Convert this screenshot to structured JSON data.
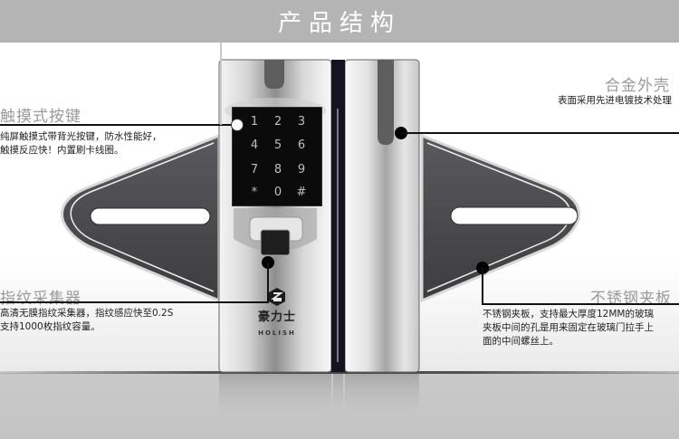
{
  "header": {
    "title": "产品结构",
    "background": "#b4b4b4"
  },
  "product": {
    "brand_cn": "豪力士",
    "brand_en": "HOLISH",
    "keypad_keys": [
      "1",
      "2",
      "3",
      "4",
      "5",
      "6",
      "7",
      "8",
      "9",
      "*",
      "0",
      "#"
    ]
  },
  "callouts": {
    "touch_keys": {
      "title": "触摸式按键",
      "desc_lines": [
        "纯屏触摸式带背光按键，防水性能好，",
        "触摸反应快！内置刷卡线圈。"
      ]
    },
    "alloy_shell": {
      "title": "合金外壳",
      "desc_lines": [
        "表面采用先进电镀技术处理"
      ]
    },
    "fingerprint": {
      "title": "指纹采集器",
      "desc_lines": [
        "高清无膜指纹采集器，指纹感应快至0.2S",
        "支持1000枚指纹容量。"
      ]
    },
    "clamp_plate": {
      "title": "不锈钢夹板",
      "desc_lines": [
        "不锈钢夹板，支持最大厚度12MM的玻璃",
        "夹板中间的孔是用来固定在玻璃门拉手上",
        "面的中间螺丝上。"
      ]
    }
  }
}
